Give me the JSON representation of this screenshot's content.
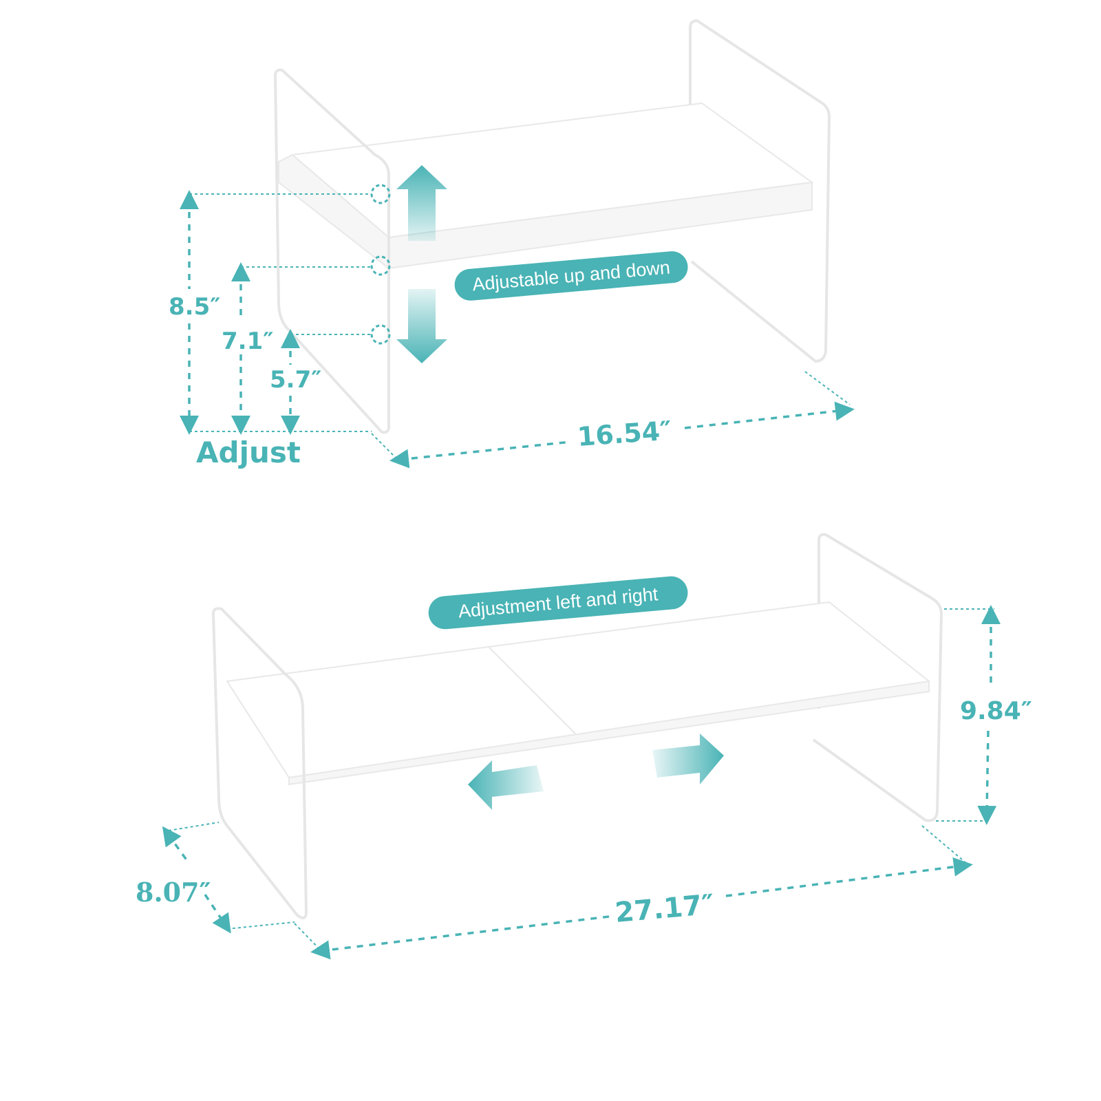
{
  "colors": {
    "accent": "#49b3b5",
    "shelf": "#ffffff",
    "background": "#ffffff"
  },
  "top_shelf": {
    "label_adjust": "Adjust",
    "pill_text": "Adjustable up and down",
    "heights": {
      "h1": "8.5″",
      "h2": "7.1″",
      "h3": "5.7″"
    },
    "width": "16.54″"
  },
  "bottom_shelf": {
    "pill_text": "Adjustment left and right",
    "height": "9.84″",
    "depth": "8.07″",
    "width": "27.17″"
  },
  "icons": [
    "arrow-up-icon",
    "arrow-down-icon",
    "arrow-left-icon",
    "arrow-right-icon",
    "adjust-hole-icon"
  ]
}
